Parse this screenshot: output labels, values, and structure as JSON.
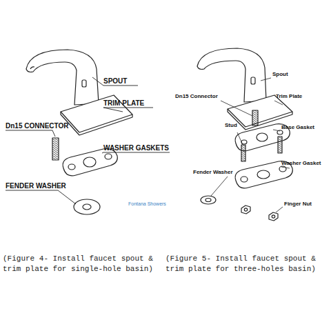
{
  "diagram": {
    "labels": [
      "SPOUT",
      "TRIM PLATE",
      "Dn15 CONNECTOR",
      "WASHER GASKETS",
      "FENDER WASHER",
      "Fontana Showers",
      "Spout",
      "Dn15 Connector",
      "Trim Plate",
      "Stud",
      "Base Gasket",
      "Washer Gasket",
      "Fender Washer",
      "Finger Nut",
      "(Figure 4- Install faucet spout & trim plate for single-hole basin)",
      "(Figure 5- Install faucet spout & trim plate for three-holes basin)"
    ]
  }
}
